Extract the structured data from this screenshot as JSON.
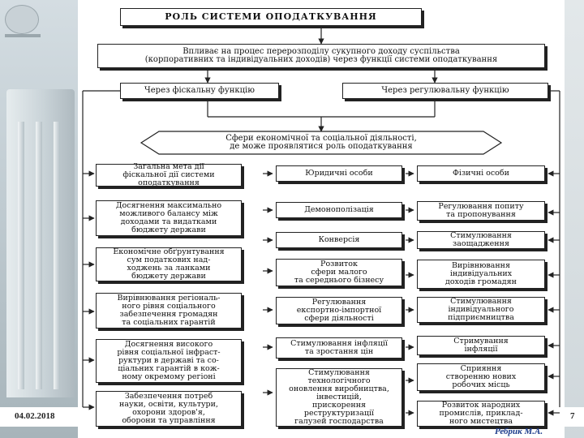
{
  "title": "РОЛЬ СИСТЕМИ ОПОДАТКУВАННЯ",
  "top_box": "Впливає на процес перерозподілу сукупного доходу суспільства\n(корпоративних та індивідуальних доходів) через функції системи оподаткування",
  "fiscal_function": "Через фіскальну функцію",
  "regulatory_function": "Через регулювальну функцію",
  "spheres": "Сфери економічної та соціальної діяльності,\nде може проявлятися роль оподаткування",
  "left_column": [
    "Загальна мета дії\nфіскальної дії системи\nоподаткування",
    "Досягнення максимально\nможливого балансу між\nдоходами та видатками\nбюджету держави",
    "Економічне обґрунтування\nсум податкових над-\nходжень за ланками\nбюджету держави",
    "Вирівнювання регіональ-\nного рівня соціального\nзабезпечення громадян\nта соціальних гарантій",
    "Досягнення високого\nрівня соціальної інфраст-\nруктури в державі та со-\nціальних гарантій в кож-\nному окремому регіоні",
    "Забезпечення потреб\nнауки, освіти, культури,\nохорони здоров'я,\nоборони та управління"
  ],
  "middle_column": [
    "Юридичні особи",
    "Демонополізація",
    "Конверсія",
    "Розвиток\nсфери малого\nта середнього бізнесу",
    "Регулювання\nекспортно-імпортної\nсфери діяльності",
    "Стимулювання інфляції\nта зростання цін",
    "Стимулювання\nтехнологічного\nоновлення виробництва,\nінвестицій,\nприскорення\nреструктуризації\nгалузей господарства"
  ],
  "right_column": [
    "Фізичні особи",
    "Регулювання попиту\nта пропонування",
    "Стимулювання\nзаощадження",
    "Вирівнювання\nіндивідуальних\nдоходів громадян",
    "Стимулювання\nіндивідуального\nпідприємництва",
    "Стримування\nінфляції",
    "Сприяння\nстворенню нових\nробочих місць",
    "Розвиток народних\nпромислів, приклад-\nного мистецтва"
  ],
  "footer": {
    "date": "04.02.2018",
    "page": "7",
    "author": "Ребрик М.А."
  }
}
